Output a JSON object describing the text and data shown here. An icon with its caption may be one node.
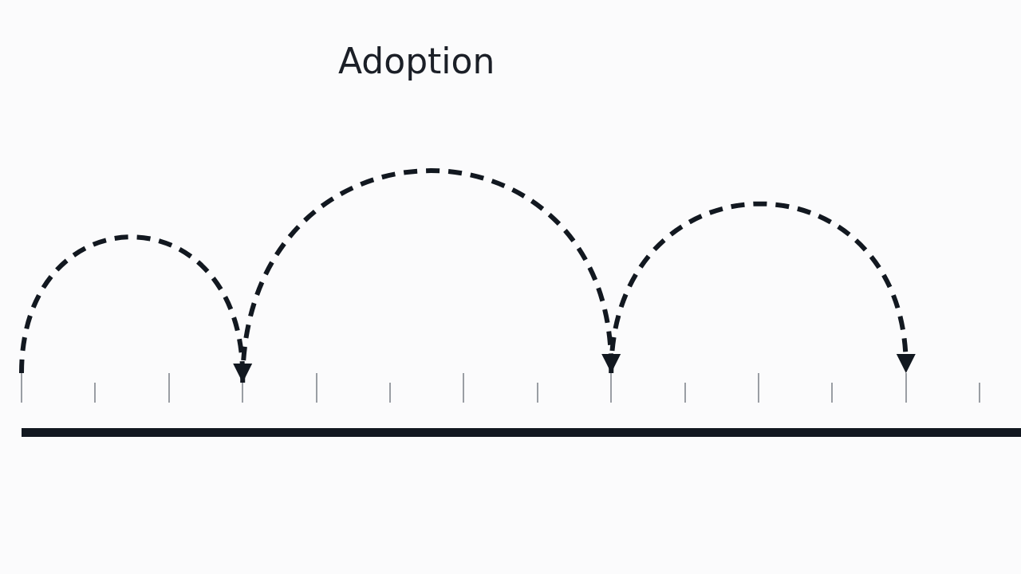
{
  "diagram": {
    "title": "Adoption",
    "nodes": [
      {
        "text": [],
        "shape": "bar"
      },
      {
        "text": [],
        "shape": "bar"
      },
      {
        "text": [],
        "shape": "bar"
      },
      {
        "text": [],
        "shape": "bar"
      },
      {
        "text": [],
        "shape": "bar"
      },
      {
        "text": [],
        "shape": "bar"
      },
      {
        "text": [],
        "shape": "bar"
      },
      {
        "text": [],
        "shape": "bar"
      },
      {
        "text": [],
        "shape": "bar"
      },
      {
        "text": [],
        "shape": "bar"
      },
      {
        "text": [],
        "shape": "bar"
      },
      {
        "text": [],
        "shape": "bar"
      },
      {
        "text": [],
        "shape": "bar"
      },
      {
        "text": [],
        "shape": "bar"
      }
    ],
    "edges": [
      {
        "from": 0,
        "to": 3,
        "arrow": "to",
        "style": "dashed"
      },
      {
        "from": 3,
        "to": 8,
        "arrow": "to",
        "style": "dashed"
      },
      {
        "from": 8,
        "to": 12,
        "arrow": "to",
        "style": "dashed"
      }
    ]
  }
}
